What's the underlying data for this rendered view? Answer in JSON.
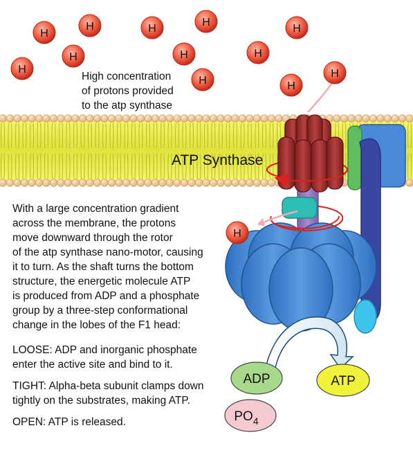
{
  "protons": {
    "symbol": "H",
    "caption_lines": [
      "High concentration",
      "of protons provided",
      "to the atp synthase"
    ]
  },
  "membrane_label": "ATP Synthase",
  "description_lines": [
    "With a large concentration gradient",
    "across the membrane, the protons",
    "move downward through the rotor",
    "of the atp synthase nano-motor, causing",
    "it to turn. As the shaft turns the bottom",
    "structure, the energetic molecule ATP",
    "is produced from ADP and a phosphate",
    "group by a three-step conformational",
    "change in the lobes of the F1 head:"
  ],
  "steps": [
    {
      "lines": [
        "LOOSE: ADP and inorganic phosphate",
        "enter the active site and bind to it."
      ]
    },
    {
      "lines": [
        "TIGHT: Alpha-beta subunit clamps down",
        "tightly on the substrates, making ATP."
      ]
    },
    {
      "lines": [
        "OPEN: ATP is released."
      ]
    }
  ],
  "molecules": {
    "adp": "ADP",
    "atp": "ATP",
    "po4": "PO",
    "po4_subscript": "4"
  },
  "colors": {
    "proton_fill": "#e8452f",
    "membrane_bilayer": "#e8eb55",
    "lipid_head": "#efc89a",
    "rotor": "#9b2f2f",
    "f1_head": "#4a8ad4",
    "stator": "#3c4fa8",
    "adp_bubble": "#a8d88a",
    "atp_bubble": "#f2f23a",
    "po4_bubble": "#f5c9d0"
  }
}
